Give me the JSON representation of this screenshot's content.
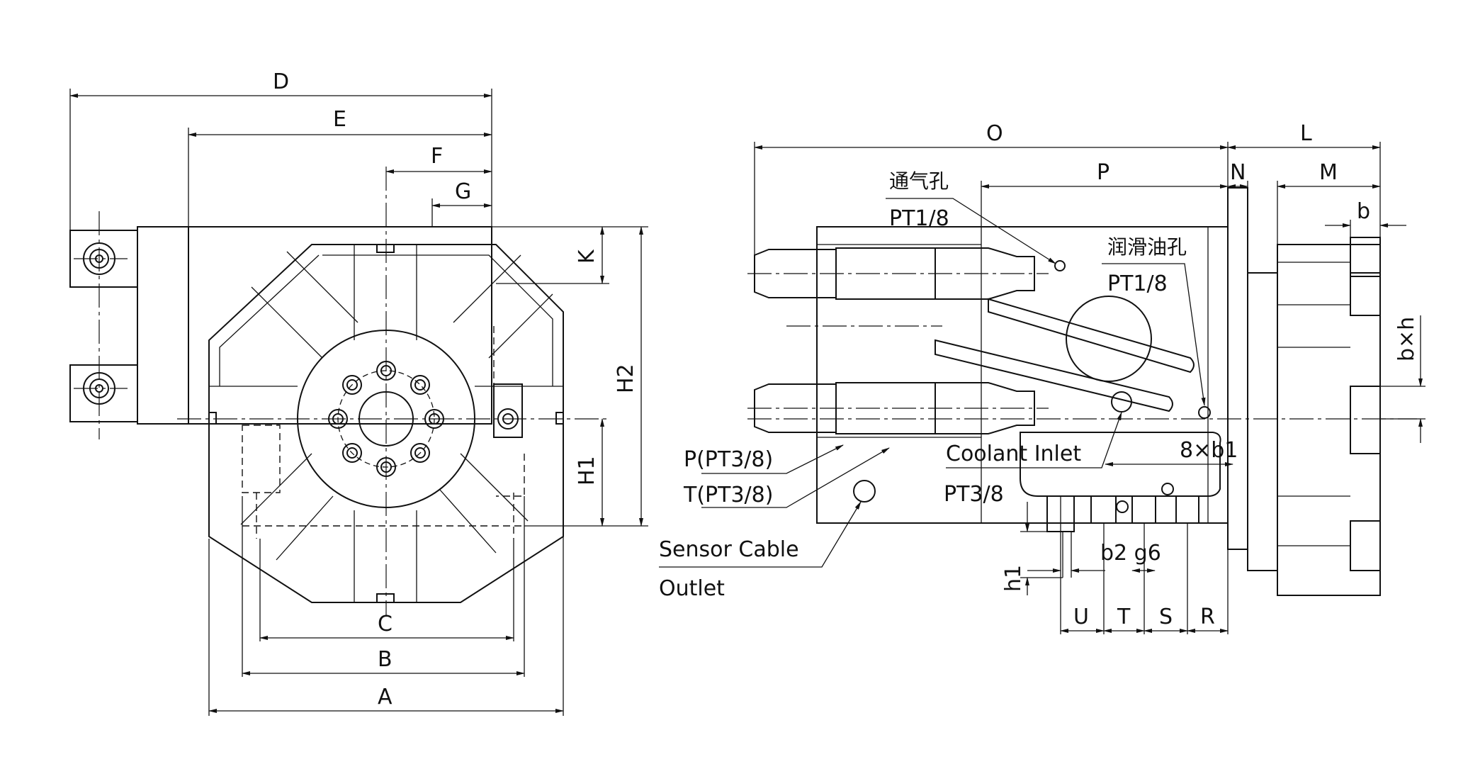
{
  "front_view": {
    "dims": {
      "D": "D",
      "E": "E",
      "F": "F",
      "G": "G",
      "K": "K",
      "H2": "H2",
      "H1": "H1",
      "C": "C",
      "B": "B",
      "A": "A"
    }
  },
  "side_view": {
    "dims": {
      "O": "O",
      "L": "L",
      "P": "P",
      "N": "N",
      "M": "M",
      "b": "b",
      "bxh": "b×h",
      "b1": "8×b1",
      "b2g6": "b2  g6",
      "h1": "h1",
      "U": "U",
      "T": "T",
      "S": "S",
      "R": "R"
    },
    "callouts": {
      "vent_hole": "通气孔",
      "vent_thread": "PT1/8",
      "lube_hole": "润滑油孔",
      "lube_thread": "PT1/8",
      "p_port": "P(PT3/8)",
      "t_port": "T(PT3/8)",
      "coolant": "Coolant Inlet",
      "coolant_thread": "PT3/8",
      "sensor1": "Sensor Cable",
      "sensor2": "Outlet"
    }
  }
}
